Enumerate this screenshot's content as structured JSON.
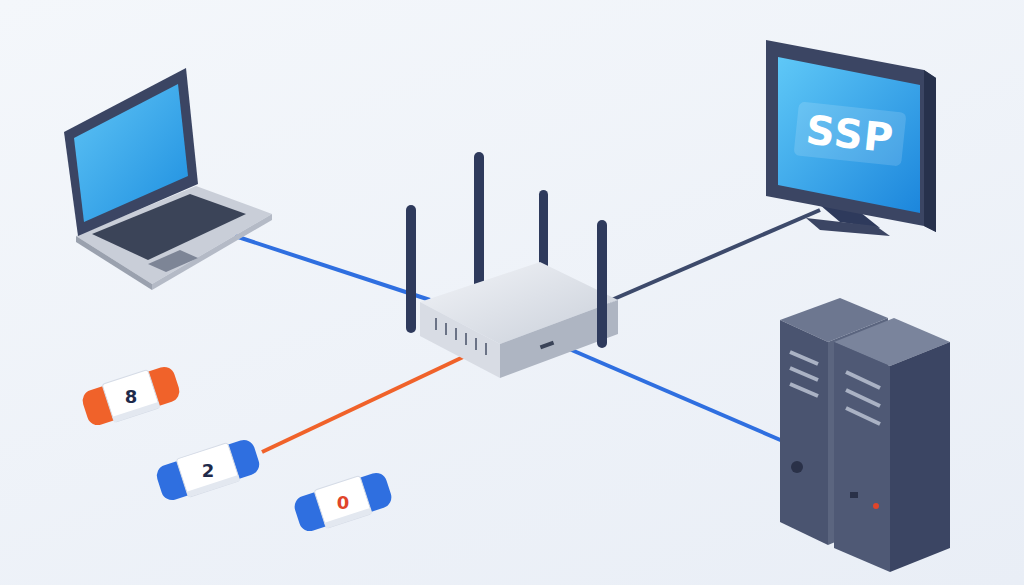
{
  "diagram": {
    "nodes": [
      {
        "text": [
          "SSP"
        ]
      },
      {
        "text": [
          "8"
        ]
      },
      {
        "text": [
          "2"
        ]
      },
      {
        "text": [
          "0"
        ]
      }
    ]
  }
}
